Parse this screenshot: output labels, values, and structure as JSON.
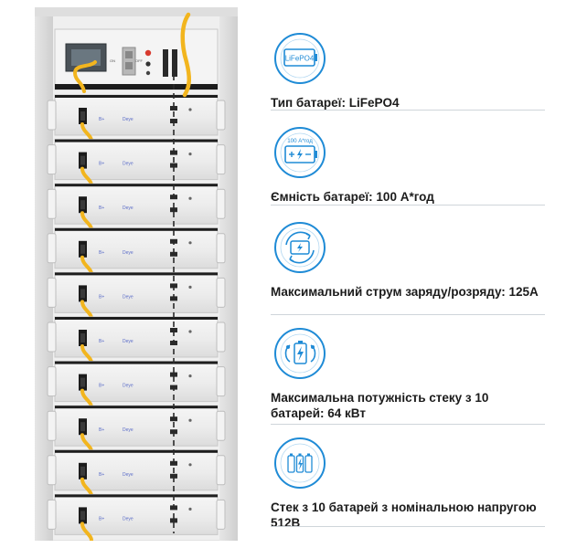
{
  "colors": {
    "accent": "#1f8bd6",
    "cable": "#f2b51e",
    "module_body": "#ececec",
    "rack_frame": "#d9d9d9",
    "text": "#1b1b1b"
  },
  "rack": {
    "controller_labels": {
      "left": "ON",
      "right": "OFF"
    },
    "modules": [
      {
        "pos_label": "B+",
        "brand": "Deye"
      },
      {
        "pos_label": "B+",
        "brand": "Deye"
      },
      {
        "pos_label": "B+",
        "brand": "Deye"
      },
      {
        "pos_label": "B+",
        "brand": "Deye"
      },
      {
        "pos_label": "B+",
        "brand": "Deye"
      },
      {
        "pos_label": "B+",
        "brand": "Deye"
      },
      {
        "pos_label": "B+",
        "brand": "Deye"
      },
      {
        "pos_label": "B+",
        "brand": "Deye"
      },
      {
        "pos_label": "B+",
        "brand": "Deye"
      },
      {
        "pos_label": "B+",
        "brand": "Deye"
      }
    ]
  },
  "features": [
    {
      "icon": "lifepo4-battery-icon",
      "icon_text": "LiFePO4",
      "caption": "Тип батареї: LiFePO4"
    },
    {
      "icon": "battery-capacity-icon",
      "icon_text": "100 А*год",
      "caption": "Ємність батареї: 100 А*год"
    },
    {
      "icon": "charge-discharge-icon",
      "icon_text": "",
      "caption": "Максимальний струм заряду/розряду: 125А"
    },
    {
      "icon": "stack-power-icon",
      "icon_text": "",
      "caption": "Максимальна потужність стеку з 10 батарей: 64 кВт"
    },
    {
      "icon": "stack-voltage-icon",
      "icon_text": "",
      "caption": "Стек з 10 батарей з номінальною напругою 512В"
    }
  ]
}
